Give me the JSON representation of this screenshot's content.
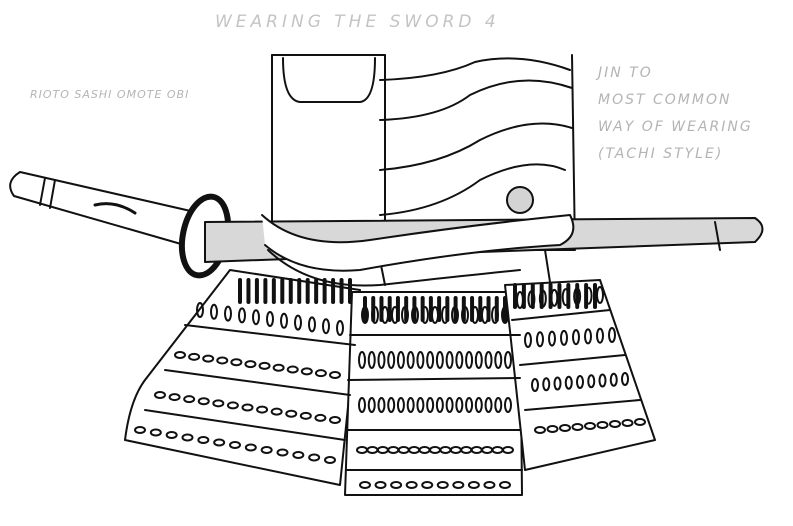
{
  "title": "WEARING THE SWORD 4",
  "left_note": "RIOTO SASHI OMOTE OBI",
  "right_note": {
    "heading": "JIN TO",
    "line1": "MOST COMMON",
    "line2": "WAY OF WEARING",
    "line3": "(TACHI STYLE)"
  },
  "colors": {
    "ink": "#111111",
    "pencil": "#b4b4b4",
    "scabbard_shade": "#d8d8d8"
  }
}
